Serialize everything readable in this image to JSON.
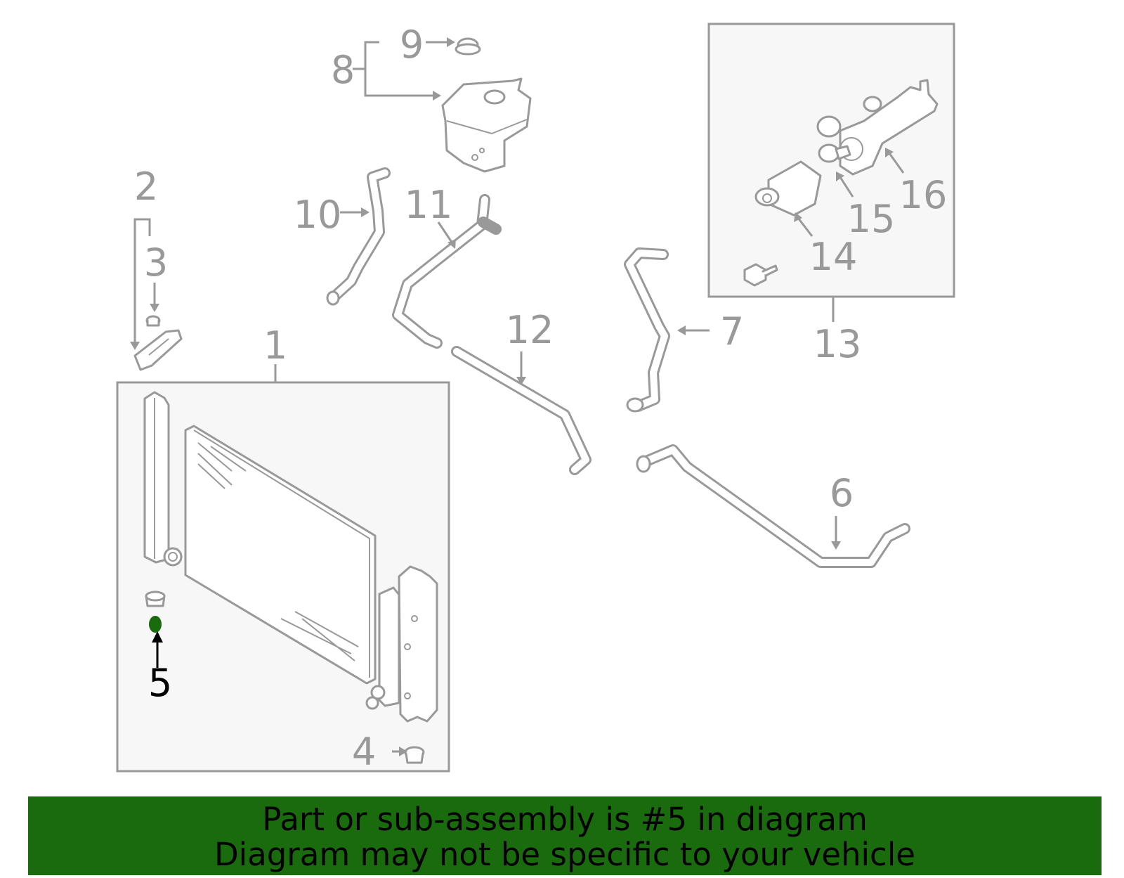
{
  "callouts": {
    "c1": "1",
    "c2": "2",
    "c3": "3",
    "c4": "4",
    "c5": "5",
    "c6": "6",
    "c7": "7",
    "c8": "8",
    "c9": "9",
    "c10": "10",
    "c11": "11",
    "c12": "12",
    "c13": "13",
    "c14": "14",
    "c15": "15",
    "c16": "16"
  },
  "highlight_part": "5",
  "colors": {
    "line": "#999999",
    "highlight": "#1a6b0e",
    "banner": "#1a6b0e",
    "box_fill": "#f7f7f7"
  },
  "footer": {
    "line1": "Part or sub-assembly is #5 in diagram",
    "line2": "Diagram may not be specific to your vehicle"
  }
}
